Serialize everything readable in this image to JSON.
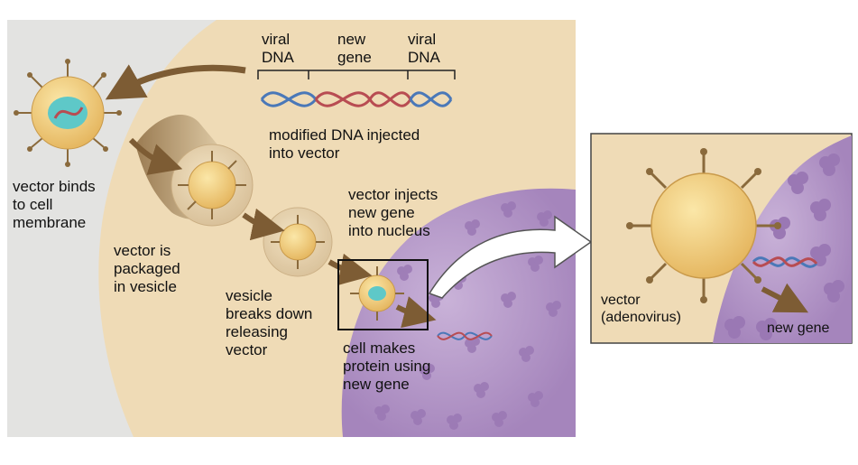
{
  "labels": {
    "viral_dna_left": "viral\nDNA",
    "new_gene_top": "new\ngene",
    "viral_dna_right": "viral\nDNA",
    "modified_dna": "modified DNA injected\ninto vector",
    "vector_binds": "vector binds\nto cell\nmembrane",
    "vector_packaged": "vector is\npackaged\nin vesicle",
    "vesicle_breaks": "vesicle\nbreaks down\nreleasing\nvector",
    "vector_injects": "vector injects\nnew gene\ninto nucleus",
    "cell_makes_protein": "cell makes\nprotein using\nnew gene",
    "inset_vector": "vector\n(adenovirus)",
    "inset_new_gene": "new gene"
  },
  "colors": {
    "background": "#ffffff",
    "extracellular": "#e4e4e2",
    "cytoplasm": "#efdcb8",
    "nucleus": "#b69ac8",
    "vector_body": "#f3cf78",
    "vector_core": "#5ec8c8",
    "dna_blue": "#4a78b8",
    "dna_red": "#b84c52",
    "arrow": "#8a6a3c"
  }
}
